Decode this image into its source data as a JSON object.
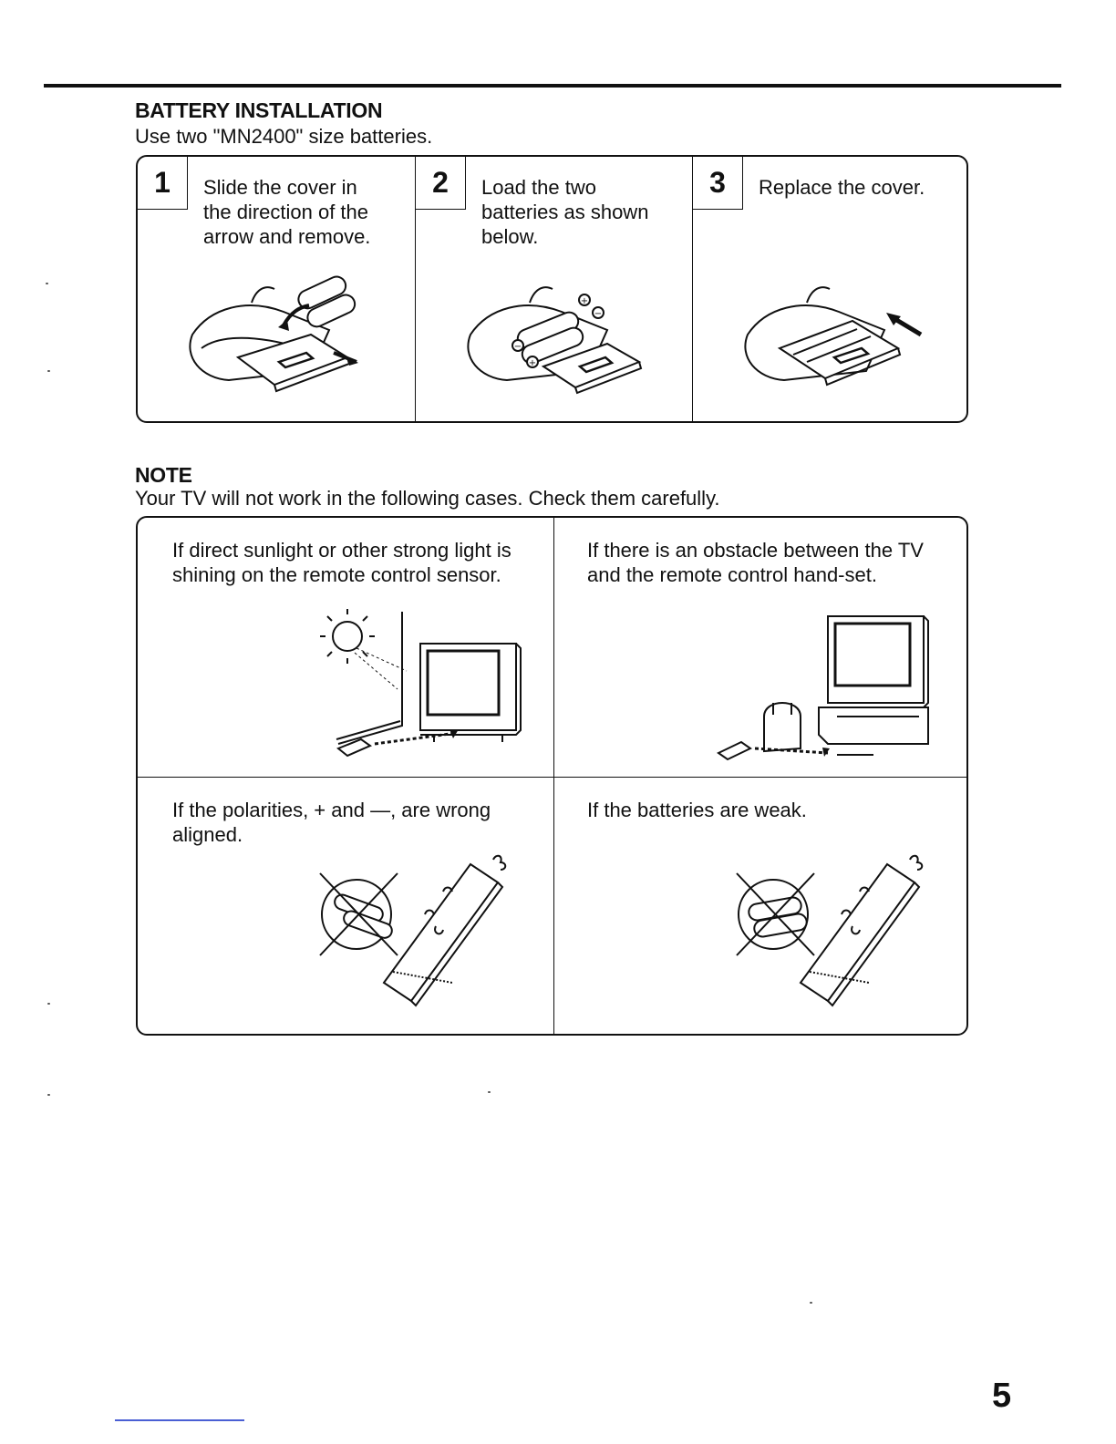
{
  "battery_installation": {
    "heading": "BATTERY INSTALLATION",
    "intro": "Use two \"MN2400\" size batteries.",
    "steps": [
      {
        "number": "1",
        "text": "Slide the cover in the direction of the arrow and remove."
      },
      {
        "number": "2",
        "text": "Load the two batteries as shown below."
      },
      {
        "number": "3",
        "text": "Replace the cover."
      }
    ]
  },
  "note": {
    "heading": "NOTE",
    "intro": "Your TV will not work in the following cases. Check them carefully.",
    "cases": [
      {
        "text": "If direct sunlight or other strong light is shining on the remote control sensor."
      },
      {
        "text": "If there is an obstacle between the TV and the remote control hand-set."
      },
      {
        "text": "If the polarities, + and —, are wrong aligned."
      },
      {
        "text": "If the batteries are weak."
      }
    ]
  },
  "page_number": "5"
}
